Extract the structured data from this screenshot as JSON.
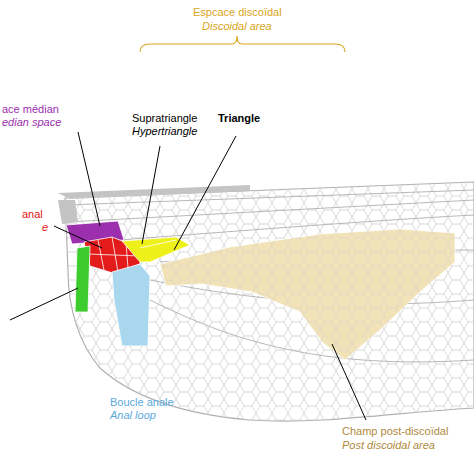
{
  "diagram": {
    "labels": [
      "Espcace discoïdal",
      "Discoidal area",
      "ace médian",
      "edian space",
      "Supratriangle",
      "Hypertriangle",
      "Triangle",
      "anal",
      "e",
      "Boucle anale",
      "Anal loop",
      "Champ post-discoïdal",
      "Post discoidal area"
    ]
  }
}
